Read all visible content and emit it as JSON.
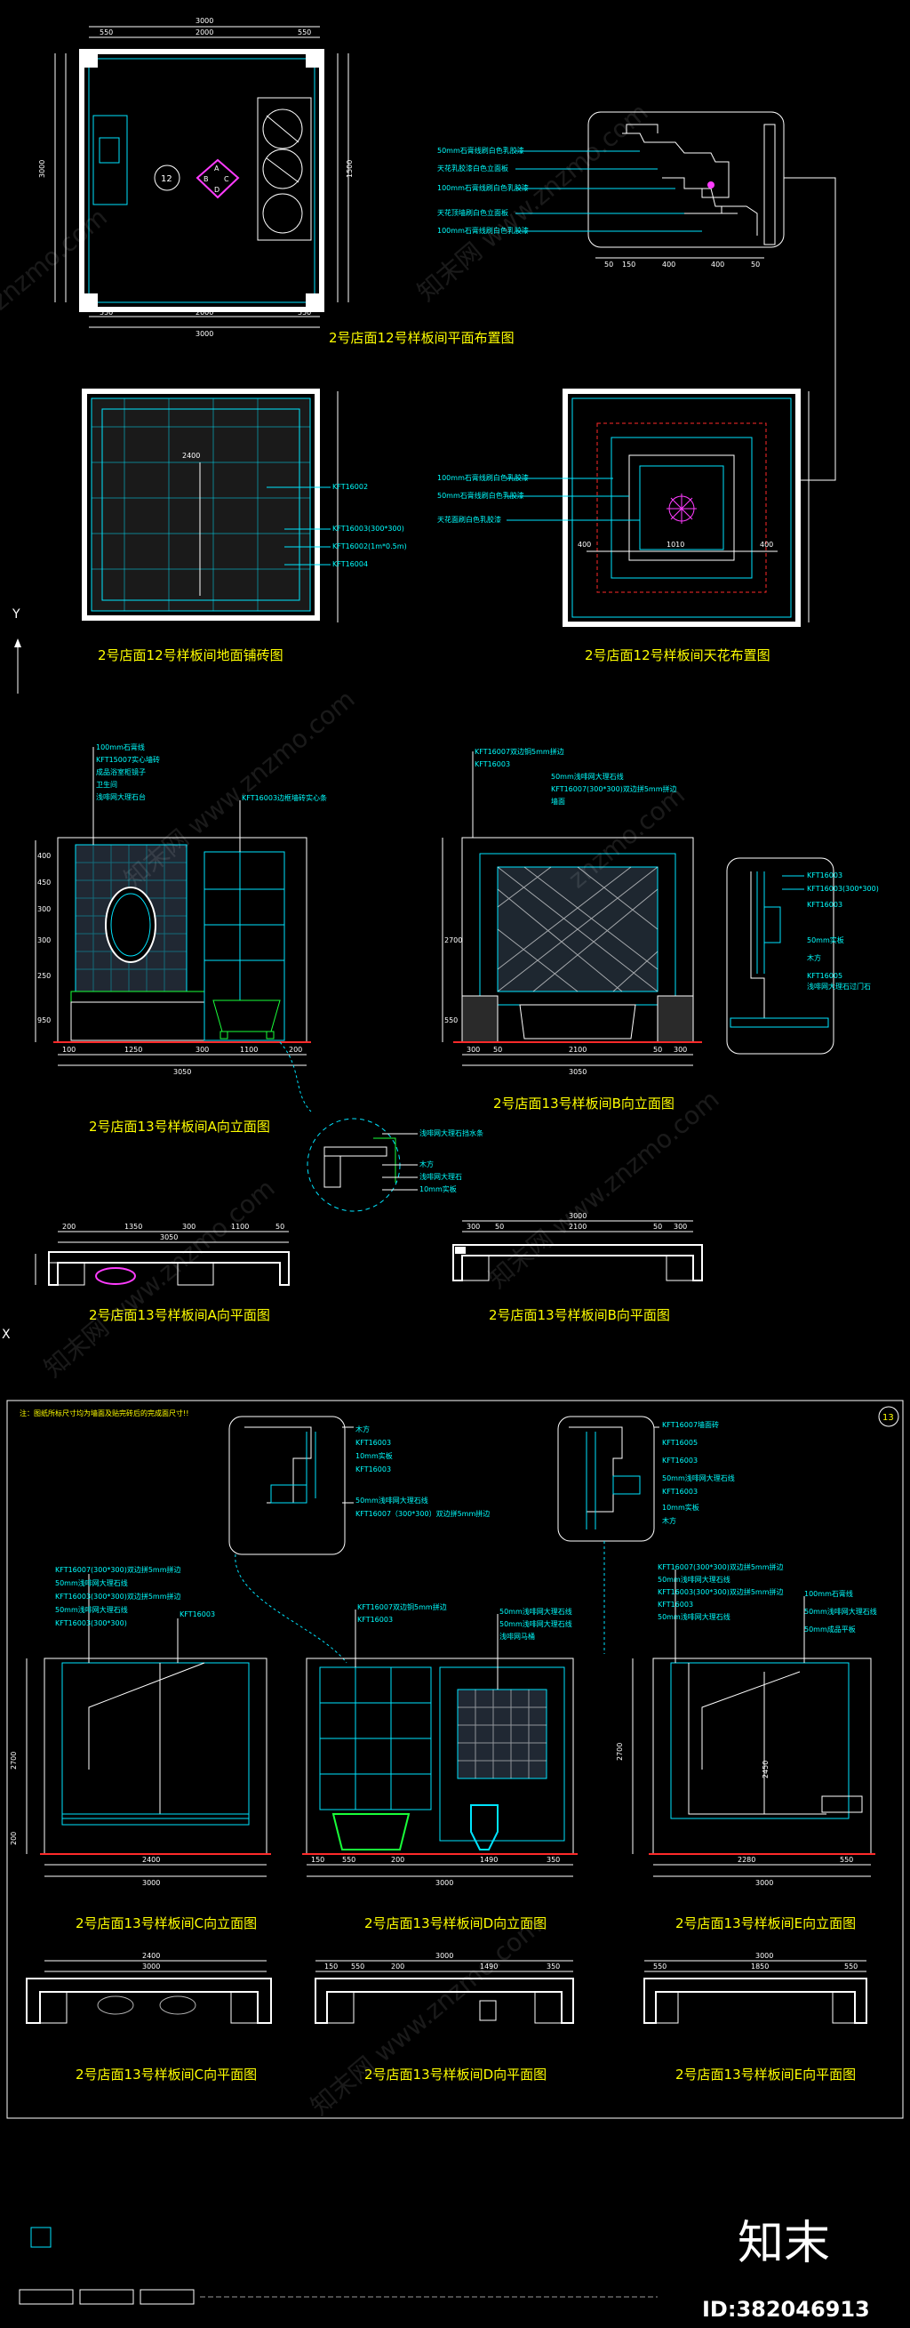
{
  "titles": {
    "plan12": "2号店面12号样板间平面布置图",
    "floor12": "2号店面12号样板间地面铺砖图",
    "ceiling12": "2号店面12号样板间天花布置图",
    "elevA13": "2号店面13号样板间A向立面图",
    "elevB13": "2号店面13号样板间B向立面图",
    "planA13": "2号店面13号样板间A向平面图",
    "planB13": "2号店面13号样板间B向平面图",
    "elevC13": "2号店面13号样板间C向立面图",
    "elevD13": "2号店面13号样板间D向立面图",
    "elevE13": "2号店面13号样板间E向立面图",
    "planC13": "2号店面13号样板间C向平面图",
    "planD13": "2号店面13号样板间D向平面图",
    "planE13": "2号店面13号样板间E向平面图"
  },
  "note": "注：图纸所标尺寸均为墙面及贴完砖后的完成面尺寸!!",
  "plan12": {
    "top": "3000",
    "top_parts": [
      "550",
      "2000",
      "550"
    ],
    "bottom": "3000",
    "bottom_parts": [
      "550",
      "2000",
      "550"
    ],
    "left": "3000",
    "right": "1500",
    "room_no": "12",
    "doors": [
      "A",
      "B",
      "C",
      "D"
    ]
  },
  "ceiling_detail": {
    "labels": [
      "50mm石膏线刷白色乳胶漆",
      "天花乳胶漆白色立面板",
      "100mm石膏线刷白色乳胶漆",
      "天花顶墙刷白色立面板",
      "100mm石膏线刷白色乳胶漆"
    ],
    "dims": [
      "50",
      "150",
      "400",
      "400",
      "50"
    ]
  },
  "floor12": {
    "dim": "2400",
    "labels": [
      "KFT16002",
      "KFT16003(300*300)",
      "KFT16002(1m*0.5m)",
      "KFT16004"
    ]
  },
  "ceiling12": {
    "labels": [
      "100mm石膏线刷白色乳胶漆",
      "50mm石膏线刷白色乳胶漆",
      "天花面刷白色乳胶漆"
    ],
    "dims": [
      "400",
      "1010",
      "400"
    ]
  },
  "elevA13": {
    "labels": [
      "100mm石膏线",
      "KFT15007实心墙砖",
      "成品浴室柜镜子",
      "卫生间",
      "浅啡网大理石台"
    ],
    "right_label": "KFT16003边框墙砖实心条",
    "dims_v": [
      "400",
      "450",
      "300",
      "300",
      "250",
      "950"
    ],
    "dims_h": [
      "100",
      "1250",
      "300",
      "1100",
      "200"
    ],
    "total": "3050"
  },
  "elevB13": {
    "labels": [
      "KFT16007双边铜5mm拼边",
      "KFT16003",
      "50mm浅啡网大理石线",
      "KFT16007(300*300)双边拼5mm拼边",
      "墙面"
    ],
    "dims_v": [
      "2700",
      "550"
    ],
    "dims_h": [
      "300",
      "50",
      "2100",
      "50",
      "300"
    ],
    "total": "3050"
  },
  "sectionB": {
    "labels": [
      "KFT16003",
      "KFT16003(300*300)",
      "KFT16003",
      "50mm实板",
      "木方",
      "KFT16005",
      "浅啡网大理石过门石"
    ]
  },
  "detail_circle": {
    "labels": [
      "浅啡网大理石挡水条",
      "木方",
      "浅啡网大理石",
      "10mm实板"
    ]
  },
  "planA13": {
    "dims": [
      "200",
      "1350",
      "300",
      "1100",
      "50"
    ],
    "total": "3050"
  },
  "planB13": {
    "dims": [
      "300",
      "50",
      "2100",
      "50",
      "300"
    ],
    "total": "3000"
  },
  "sectionC": {
    "labels": [
      "木方",
      "KFT16003",
      "10mm实板",
      "KFT16003",
      "50mm浅啡网大理石线",
      "KFT16007（300*300）双边拼5mm拼边"
    ]
  },
  "sectionE": {
    "labels": [
      "KFT16007墙面砖",
      "KFT16005",
      "KFT16003",
      "50mm浅啡网大理石线",
      "KFT16003",
      "10mm实板",
      "木方"
    ]
  },
  "elevC13": {
    "labels": [
      "KFT16007(300*300)双边拼5mm拼边",
      "50mm浅啡网大理石线",
      "KFT16003(300*300)双边拼5mm拼边",
      "50mm浅啡网大理石线",
      "KFT16003(300*300)"
    ],
    "right_label": "KFT16003",
    "dims_v": [
      "2700",
      "200"
    ],
    "dims_h": [
      "2400"
    ],
    "total": "3000"
  },
  "elevD13": {
    "labels": [
      "KFT16007双边铜5mm拼边",
      "KFT16003"
    ],
    "right_labels": [
      "50mm浅啡网大理石线",
      "50mm浅啡网大理石线",
      "浅啡网马桶"
    ],
    "dims_h": [
      "150",
      "550",
      "200",
      "1490",
      "350"
    ],
    "total": "3000"
  },
  "elevE13": {
    "labels": [
      "KFT16007(300*300)双边拼5mm拼边",
      "50mm浅啡网大理石线",
      "KFT16003(300*300)双边拼5mm拼边",
      "KFT16003",
      "50mm浅啡网大理石线"
    ],
    "right_labels": [
      "100mm石膏线",
      "50mm浅啡网大理石线",
      "50mm成品平板"
    ],
    "dims_v": [
      "2700",
      "2450"
    ],
    "dims_h": [
      "2280",
      "550"
    ],
    "total": "3000"
  },
  "planC13": {
    "dims": [
      "2400"
    ],
    "total": "3000"
  },
  "planD13": {
    "dims": [
      "150",
      "550",
      "200",
      "1490",
      "350"
    ],
    "total": "3000"
  },
  "planE13": {
    "dims": [
      "550",
      "1850",
      "550"
    ],
    "total": "3000"
  },
  "circle_label": "13",
  "watermark": "znzmo.com",
  "watermark_cn": "知末网 www.znzmo.com",
  "brand": "知末",
  "id": "ID:382046913",
  "axis_label": "Y",
  "axis_label_x": "X"
}
